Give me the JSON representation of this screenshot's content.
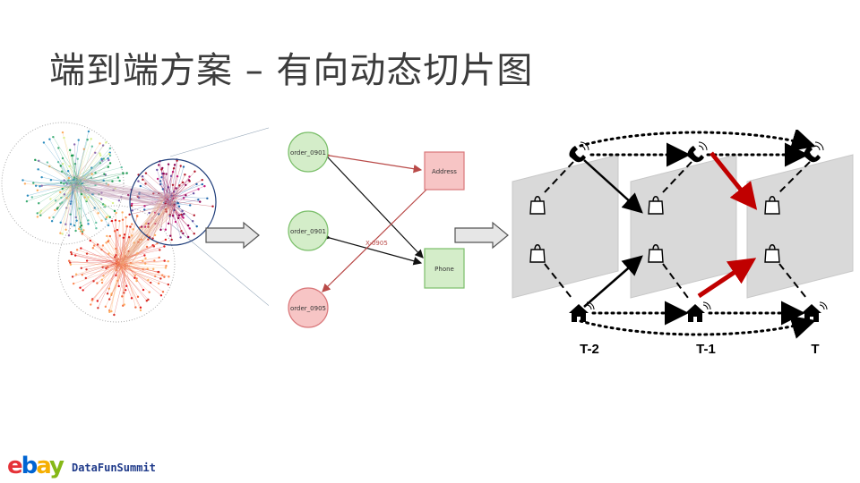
{
  "title": "端到端方案 – 有向动态切片图",
  "graph": {
    "nodes": {
      "order1": "order_0901",
      "order2": "order_0901",
      "order3": "order_0905",
      "address": "Address",
      "phone": "Phone"
    },
    "edge_label": "X-0905"
  },
  "time_labels": [
    "T-2",
    "T-1",
    "T"
  ],
  "footer": {
    "brand_e": "e",
    "brand_b": "b",
    "brand_a": "a",
    "brand_y": "y",
    "partner": "DataFunSummit"
  },
  "colors": {
    "red_node": "#f7c5c5",
    "green_node": "#d4edc9",
    "red_edge": "#b94a48",
    "highlight": "#c00000",
    "slice": "#d9d9d9"
  }
}
